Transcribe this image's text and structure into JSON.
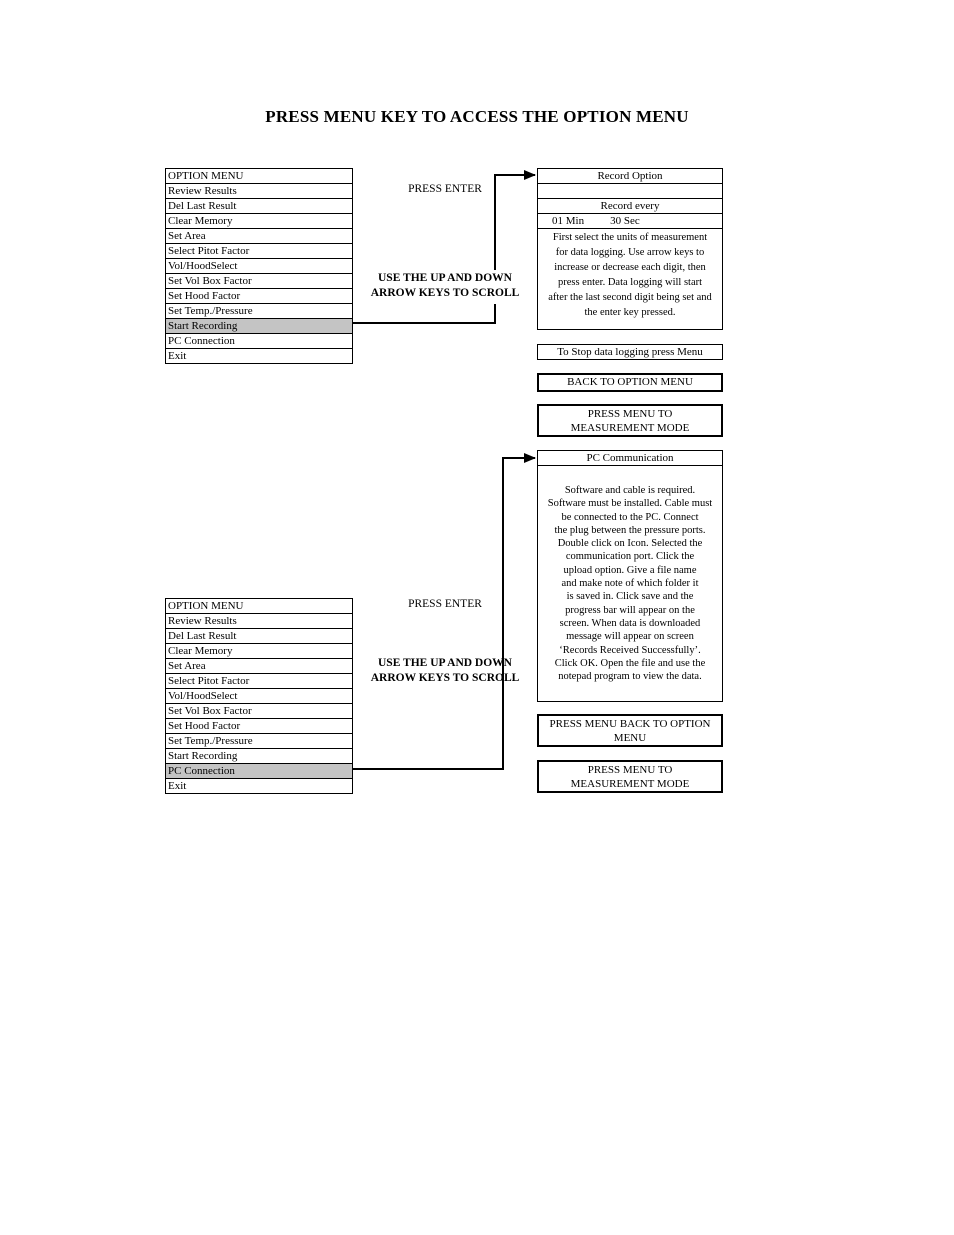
{
  "title": "PRESS MENU KEY TO ACCESS THE OPTION MENU",
  "menu1": {
    "items": [
      "OPTION MENU",
      "Review Results",
      "Del Last Result",
      "Clear Memory",
      "Set Area",
      "Select Pitot Factor",
      "Vol/HoodSelect",
      "Set Vol Box Factor",
      "Set Hood Factor",
      "Set Temp./Pressure",
      "Start Recording",
      "PC Connection",
      "Exit"
    ],
    "selected_index": 10
  },
  "menu2": {
    "items": [
      "OPTION MENU",
      "Review Results",
      "Del Last Result",
      "Clear Memory",
      "Set Area",
      "Select Pitot Factor",
      "Vol/HoodSelect",
      "Set Vol Box Factor",
      "Set Hood Factor",
      "Set Temp./Pressure",
      "Start Recording",
      "PC Connection",
      "Exit"
    ],
    "selected_index": 11
  },
  "labels": {
    "press_enter_1": "PRESS ENTER",
    "scroll_1": [
      "USE THE UP AND DOWN",
      "ARROW KEYS TO SCROLL"
    ],
    "press_enter_2": "PRESS ENTER",
    "scroll_2": [
      "USE THE UP AND DOWN",
      "ARROW KEYS TO SCROLL"
    ]
  },
  "record": {
    "header": "Record Option",
    "blank": "",
    "record_every": "Record every",
    "min_value": "01 Min",
    "sec_value": "30 Sec",
    "instructions": [
      "First select the units of measurement",
      "for data logging. Use arrow keys to",
      "increase or decrease each digit, then",
      "press enter. Data logging will start",
      "after the last second digit being set and",
      "the enter key pressed."
    ],
    "stop_text": "To Stop data logging press Menu",
    "back_text": "BACK TO OPTION MENU",
    "measure_text": [
      "PRESS MENU TO",
      "MEASUREMENT MODE"
    ]
  },
  "pc": {
    "header": "PC Communication",
    "instructions": [
      "Software and cable is required.",
      "Software must be installed. Cable must",
      "be connected to the PC. Connect",
      "the plug between the pressure ports.",
      "Double click on Icon. Selected the",
      "communication port. Click the",
      "upload option. Give a file name",
      "and make note of which folder it",
      "is saved in. Click save and the",
      "progress bar will appear on the",
      "screen. When data is downloaded",
      "message will appear on screen",
      "‘Records Received Successfully’.",
      "Click OK. Open the file and use the",
      "notepad program to view the data."
    ],
    "back_text": [
      "PRESS MENU BACK TO OPTION",
      "MENU"
    ],
    "measure_text": [
      "PRESS MENU TO",
      "MEASUREMENT MODE"
    ]
  }
}
